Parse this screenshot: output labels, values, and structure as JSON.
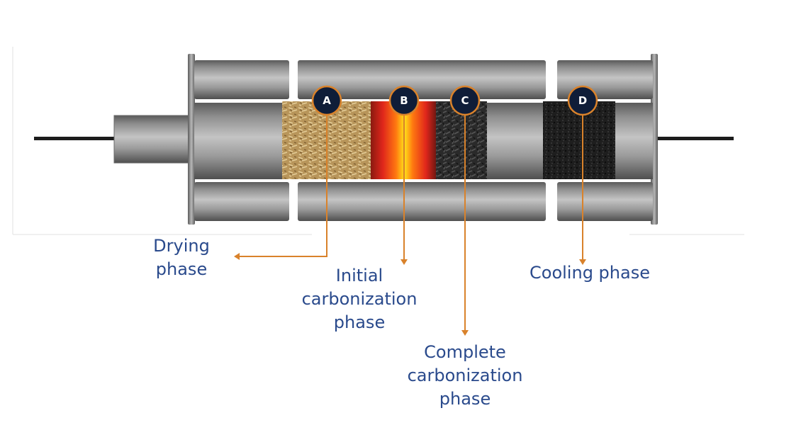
{
  "markers": [
    {
      "id": "A",
      "label": "A"
    },
    {
      "id": "B",
      "label": "B"
    },
    {
      "id": "C",
      "label": "C"
    },
    {
      "id": "D",
      "label": "D"
    }
  ],
  "phases": {
    "drying": "Drying\nphase",
    "initial": "Initial\ncarbonization\nphase",
    "complete": "Complete\ncarbonization\nphase",
    "cooling": "Cooling phase"
  },
  "colors": {
    "marker_fill": "#0f1d38",
    "marker_ring": "#d9822b",
    "arrow": "#d9822b",
    "label_text": "#2a4a8c",
    "steel": "#8d8d8d"
  }
}
